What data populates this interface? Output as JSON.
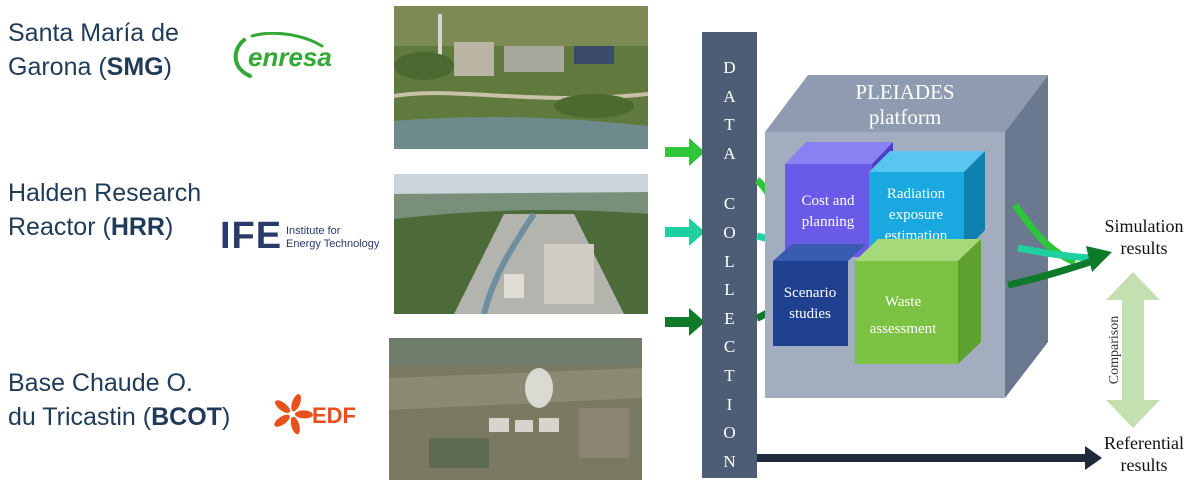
{
  "sites": [
    {
      "name_line1": "Santa María de",
      "name_line2_prefix": "Garona (",
      "abbr": "SMG",
      "name_line2_suffix": ")",
      "logo_text": "enresa",
      "logo_color": "#34a836"
    },
    {
      "name_line1": "Halden Research",
      "name_line2_prefix": "Reactor (",
      "abbr": "HRR",
      "name_line2_suffix": ")",
      "logo_text": "IFE",
      "logo_sub1": "Institute for",
      "logo_sub2": "Energy Technology",
      "logo_color": "#2a3a6b"
    },
    {
      "name_line1": "Base Chaude O.",
      "name_line2_prefix": "du Tricastin (",
      "abbr": "BCOT",
      "name_line2_suffix": ")",
      "logo_text": "EDF",
      "logo_color": "#e8501e"
    }
  ],
  "data_collection": {
    "letters": [
      "D",
      "A",
      "T",
      "A",
      "C",
      "O",
      "L",
      "L",
      "E",
      "C",
      "T",
      "I",
      "O",
      "N"
    ],
    "color": "#4d5d75"
  },
  "platform": {
    "title_line1": "PLEIADES",
    "title_line2": "platform",
    "modules": {
      "cost": {
        "line1": "Cost and",
        "line2": "planning",
        "color": "#6a5ae8"
      },
      "radiation": {
        "line1": "Radiation",
        "line2": "exposure",
        "line3": "estimation",
        "color": "#19a8e0"
      },
      "scenario": {
        "line1": "Scenario",
        "line2": "studies",
        "color": "#1f3f8f"
      },
      "waste": {
        "line1": "Waste",
        "line2": "assessment",
        "color": "#7cc242"
      }
    }
  },
  "outputs": {
    "simulation_line1": "Simulation",
    "simulation_line2": "results",
    "comparison": "Comparison",
    "referential_line1": "Referential",
    "referential_line2": "results"
  },
  "arrow_colors": {
    "smg": "#2ec43b",
    "hrr": "#1fd0a0",
    "bcot": "#0f7a2a",
    "ref": "#1f2a3a",
    "compare": "#c5e0b0"
  }
}
